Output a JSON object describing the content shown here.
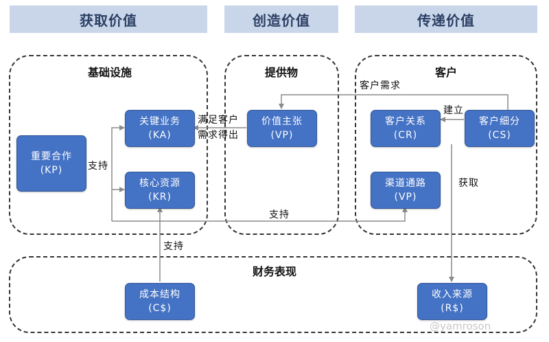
{
  "headers": {
    "acquire": "获取价值",
    "create": "创造价值",
    "deliver": "传递价值"
  },
  "regions": {
    "infrastructure": "基础设施",
    "offering": "提供物",
    "customer": "客户",
    "finance": "财务表现"
  },
  "boxes": {
    "kp": {
      "name": "重要合作",
      "code": "(KP)"
    },
    "ka": {
      "name": "关键业务",
      "code": "(KA)"
    },
    "kr": {
      "name": "核心资源",
      "code": "(KR)"
    },
    "vp": {
      "name": "价值主张",
      "code": "(VP)"
    },
    "cr": {
      "name": "客户关系",
      "code": "(CR)"
    },
    "cs": {
      "name": "客户细分",
      "code": "(CS)"
    },
    "ch": {
      "name": "渠道通路",
      "code": "(VP)"
    },
    "cost": {
      "name": "成本结构",
      "code": "(C$)"
    },
    "rev": {
      "name": "收入来源",
      "code": "(R$)"
    }
  },
  "labels": {
    "support_kp": "支持",
    "satisfy_line1": "满足客户",
    "satisfy_line2": "需求得出",
    "customer_need": "客户需求",
    "establish": "建立",
    "acquire": "获取",
    "support_bottom": "支持",
    "support_finance": "支持"
  },
  "watermark": "@yamroson",
  "colors": {
    "header_bg": "#c9d6ea",
    "header_text": "#2b3f63",
    "box_fill": "#4472c4",
    "arrow": "#8a8a8a"
  }
}
